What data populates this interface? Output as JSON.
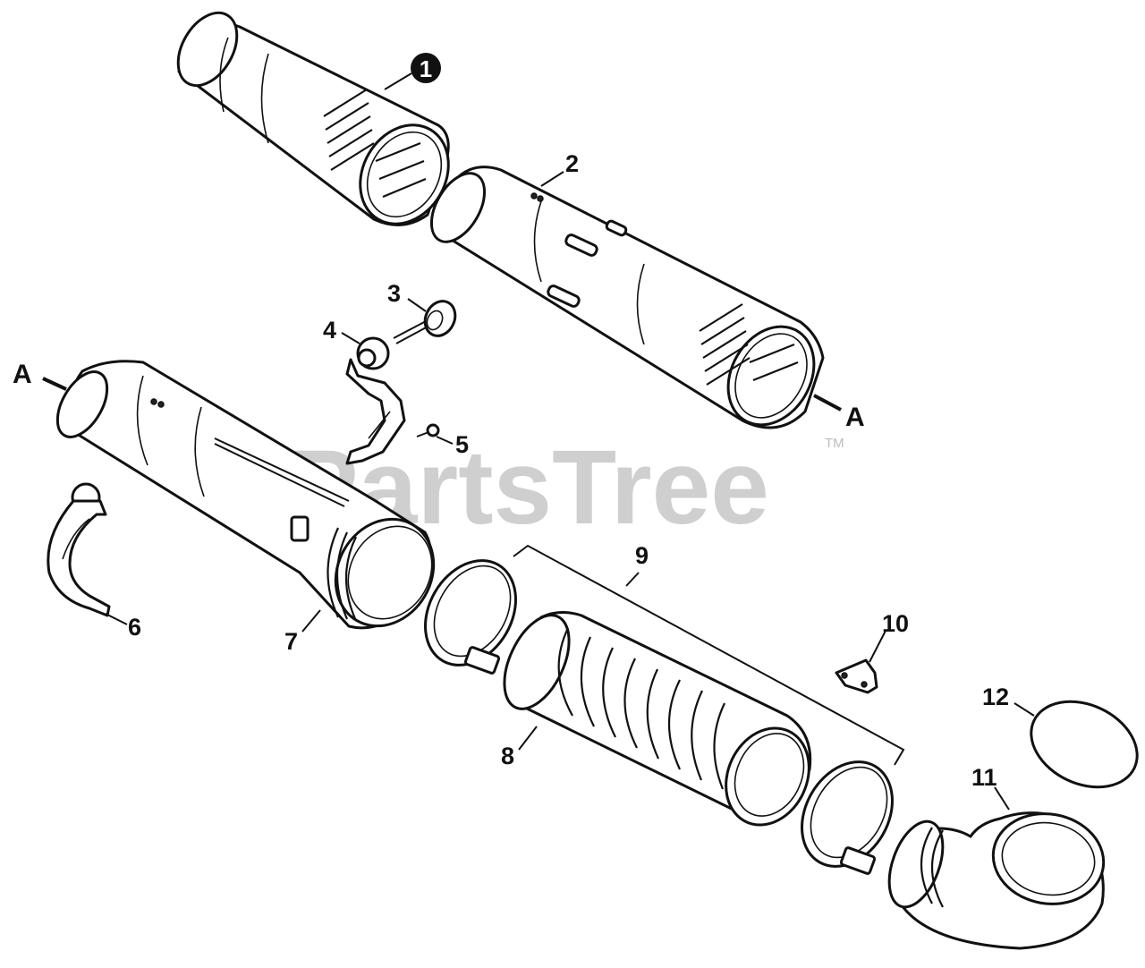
{
  "diagram": {
    "watermark": "PartsTree",
    "trademark": "TM",
    "colors": {
      "ink": "#111111",
      "watermark": "#cfcfcf",
      "background": "#ffffff"
    },
    "markers": {
      "ref_a_left": "A",
      "ref_a_right": "A"
    },
    "callouts": [
      {
        "id": "1",
        "label": "1",
        "style": "filled-circle"
      },
      {
        "id": "2",
        "label": "2"
      },
      {
        "id": "3",
        "label": "3"
      },
      {
        "id": "4",
        "label": "4"
      },
      {
        "id": "5",
        "label": "5"
      },
      {
        "id": "6",
        "label": "6"
      },
      {
        "id": "7",
        "label": "7"
      },
      {
        "id": "8",
        "label": "8"
      },
      {
        "id": "9",
        "label": "9"
      },
      {
        "id": "10",
        "label": "10"
      },
      {
        "id": "11",
        "label": "11"
      },
      {
        "id": "12",
        "label": "12"
      }
    ]
  }
}
